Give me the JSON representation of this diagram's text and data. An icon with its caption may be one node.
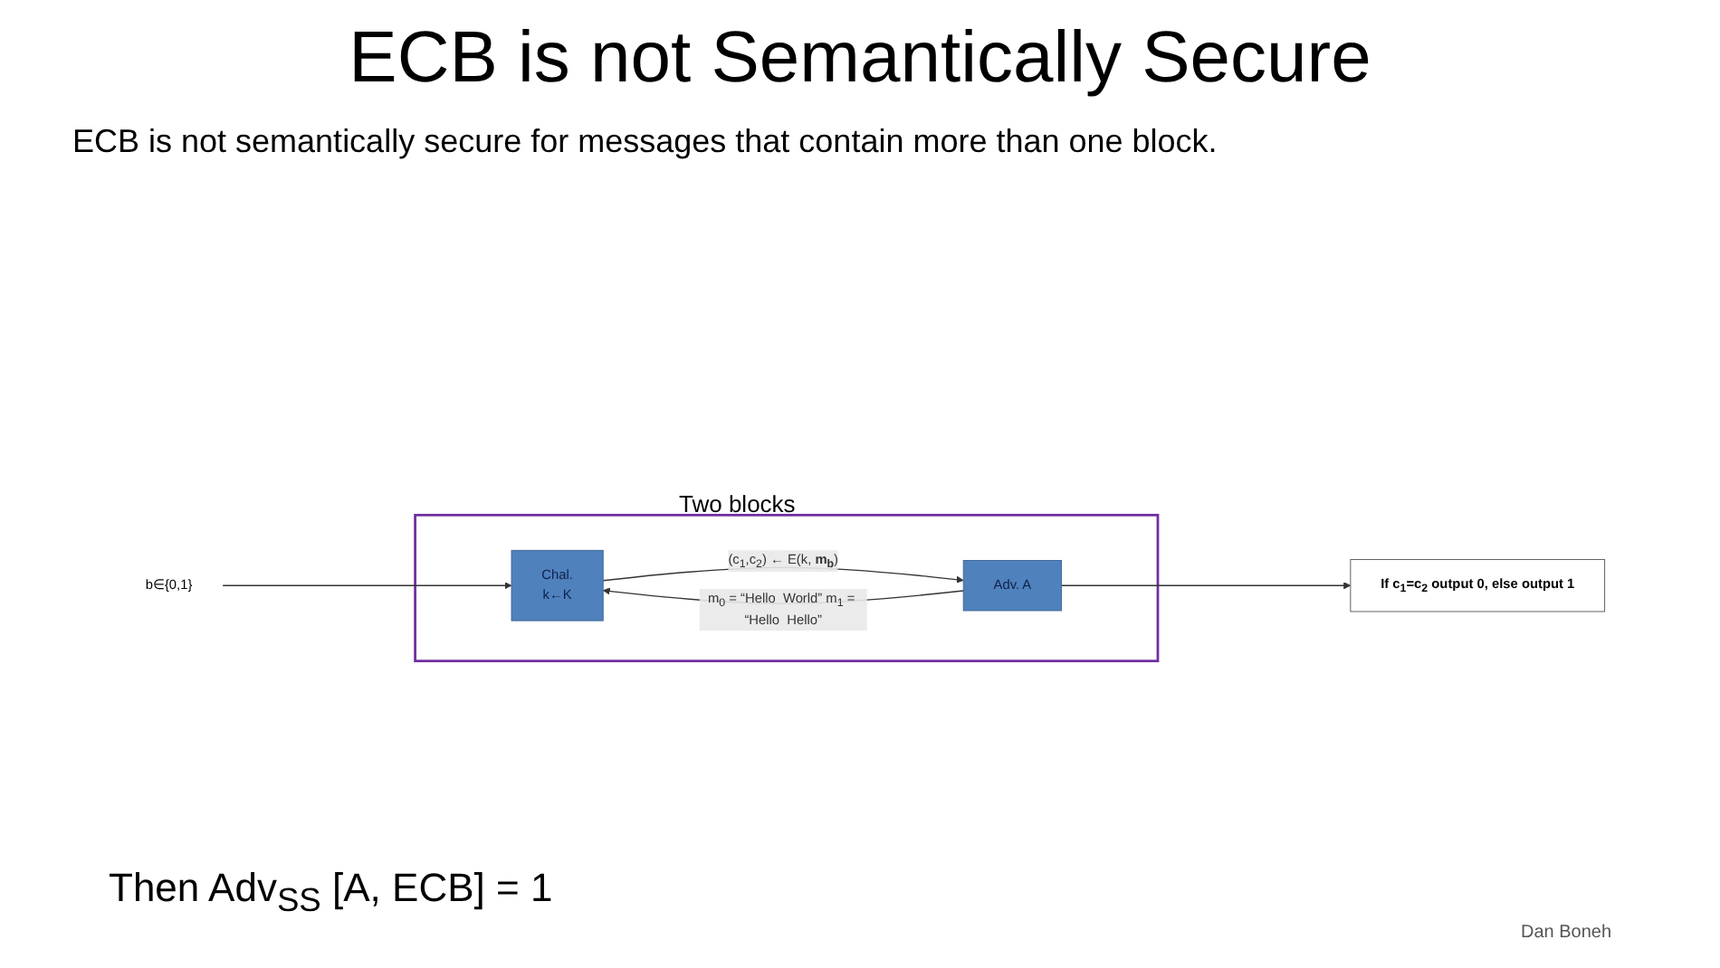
{
  "diagram": {
    "title": "ECB is not Semantically Secure",
    "nodes": [
      {
        "text": [],
        "shape": "box"
      },
      {
        "text": [
          "Chal.",
          "k←K"
        ],
        "in": 0
      },
      {
        "text": [
          "Adv.  A"
        ],
        "in": 0
      },
      {
        "text": [
          "b∈{0,1}"
        ]
      },
      {
        "text": [
          "If  c$_{1}$=c$_{2}$ output 0,  else output 1"
        ]
      }
    ],
    "edges": [
      {
        "from": 3,
        "to": 1,
        "arrow": "to"
      },
      {
        "from": 2,
        "to": 1,
        "arrow": "to",
        "label": "m$_{0}$ = “Hello  World” m$_{1}$ = “Hello  Hello”"
      },
      {
        "from": 1,
        "to": 2,
        "arrow": "to",
        "label": "(c$_{1}$,c$_{2}$) ← E(k, **m$_{b}$**)"
      },
      {
        "from": 2,
        "to": 4,
        "arrow": "to"
      }
    ],
    "labels": [
      "ECB is not semantically secure for messages that contain more than one block.",
      "Two blocks",
      "Then  Adv$_{SS}$ [A, ECB] = 1",
      "Dan Boneh"
    ]
  }
}
